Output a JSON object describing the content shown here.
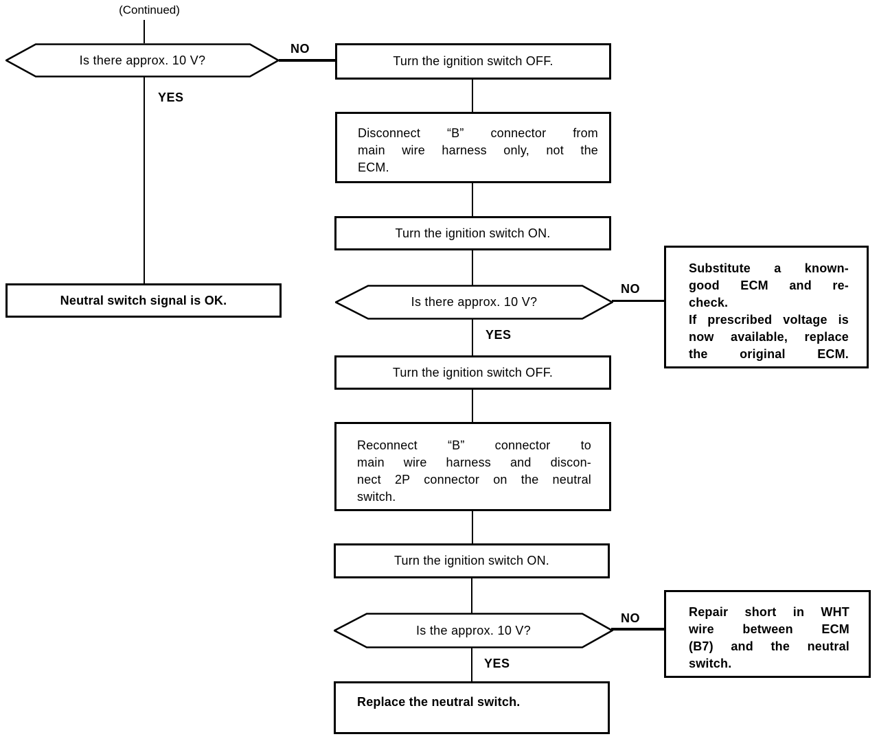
{
  "labels": {
    "continued": "(Continued)",
    "yes": "YES",
    "no": "NO"
  },
  "flowchart": {
    "decision_1": "Is there approx. 10 V?",
    "turn_off_1": "Turn the ignition switch OFF.",
    "neutral_ok": "Neutral switch signal is OK.",
    "disconnect_b": [
      "Disconnect “B” connector from",
      "main wire harness only, not the",
      "ECM."
    ],
    "turn_on_1": "Turn the ignition switch ON.",
    "decision_2": "Is there approx. 10 V?",
    "substitute_ecm": [
      "Substitute a known-",
      "good ECM and re-",
      "check.",
      "If prescribed voltage is",
      "now available, replace",
      "the original ECM."
    ],
    "turn_off_2": "Turn the ignition switch OFF.",
    "reconnect_b": [
      "Reconnect “B” connector to",
      "main wire harness and discon-",
      "nect 2P connector on the neutral",
      "switch."
    ],
    "turn_on_2": "Turn the ignition switch ON.",
    "decision_3": "Is the approx. 10 V?",
    "repair_short": [
      "Repair short in WHT",
      "wire between ECM",
      "(B7) and the neutral",
      "switch."
    ],
    "replace_switch": "Replace the neutral switch."
  }
}
